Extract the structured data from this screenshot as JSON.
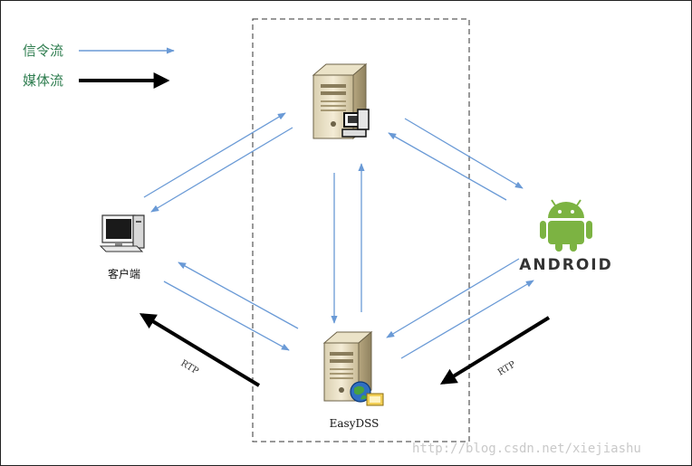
{
  "legend": {
    "signal_label": "信令流",
    "media_label": "媒体流"
  },
  "nodes": {
    "client_label": "客户端",
    "android_word": "ANDROID",
    "easydss_label": "EasyDSS"
  },
  "links": {
    "rtp_left": "RTP",
    "rtp_right": "RTP"
  },
  "watermark": "http://blog.csdn.net/xiejiashu",
  "colors": {
    "signal": "#6a9ad6",
    "media": "#000000",
    "android_green": "#7cb342",
    "legend_text": "#2e7d4f"
  }
}
